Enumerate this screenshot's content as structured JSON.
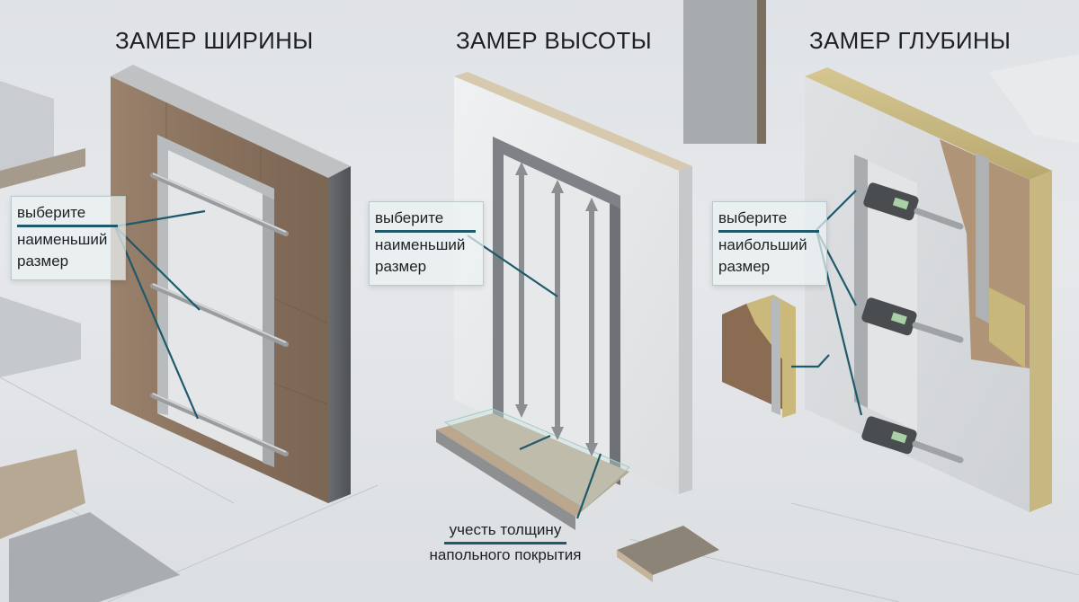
{
  "panels": [
    {
      "id": "width",
      "title": "ЗАМЕР ШИРИНЫ",
      "callout": {
        "line1": "выберите",
        "line2": "наименьший",
        "line3": "размер"
      },
      "finish": "wood cladding on concrete wall",
      "tool": "caliper",
      "measurements": 3
    },
    {
      "id": "height",
      "title": "ЗАМЕР ВЫСОТЫ",
      "callout": {
        "line1": "выберите",
        "line2": "наименьший",
        "line3": "размер"
      },
      "note": {
        "line1": "учесть толщину",
        "line2": "напольного покрытия"
      },
      "finish": "white plaster wall with floor covering",
      "tool": "tape-measure-arrows",
      "measurements": 3
    },
    {
      "id": "depth",
      "title": "ЗАМЕР ГЛУБИНЫ",
      "callout": {
        "line1": "выберите",
        "line2": "наибольший",
        "line3": "размер"
      },
      "finish": "plaster wall with mineral wool insulation",
      "tool": "micrometer",
      "measurements": 3
    }
  ],
  "colors": {
    "background": "#e2e5e8",
    "title_text": "#1d1f22",
    "leader_line": "#1f5a6b",
    "wood": "#8a7360",
    "concrete": "#5f6264",
    "plaster": "#e9eaeb",
    "insulation": "#c9bb84",
    "frame_metal": "#b9bcbf"
  }
}
